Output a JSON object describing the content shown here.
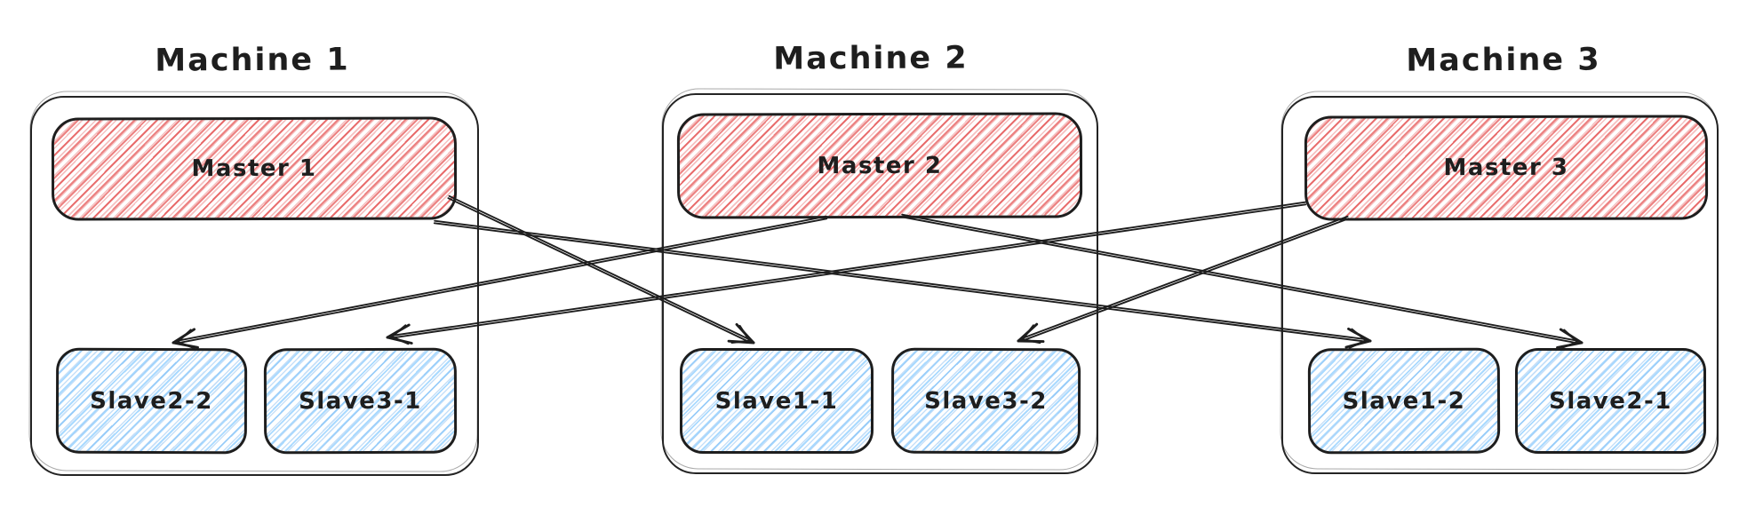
{
  "machines": [
    {
      "title": "Machine 1",
      "master": {
        "label": "Master 1"
      },
      "slaves": [
        {
          "label": "Slave2-2"
        },
        {
          "label": "Slave3-1"
        }
      ]
    },
    {
      "title": "Machine 2",
      "master": {
        "label": "Master 2"
      },
      "slaves": [
        {
          "label": "Slave1-1"
        },
        {
          "label": "Slave3-2"
        }
      ]
    },
    {
      "title": "Machine 3",
      "master": {
        "label": "Master 3"
      },
      "slaves": [
        {
          "label": "Slave1-2"
        },
        {
          "label": "Slave2-1"
        }
      ]
    }
  ],
  "edges": [
    {
      "from": "Master 1",
      "to": "Slave1-1"
    },
    {
      "from": "Master 1",
      "to": "Slave1-2"
    },
    {
      "from": "Master 2",
      "to": "Slave2-2"
    },
    {
      "from": "Master 2",
      "to": "Slave2-1"
    },
    {
      "from": "Master 3",
      "to": "Slave3-1"
    },
    {
      "from": "Master 3",
      "to": "Slave3-2"
    }
  ],
  "colors": {
    "stroke": "#1e1e1e",
    "master_hatch": "#e03131",
    "slave_hatch": "#a5d8ff",
    "background": "#ffffff",
    "text": "#1e1e1e"
  }
}
